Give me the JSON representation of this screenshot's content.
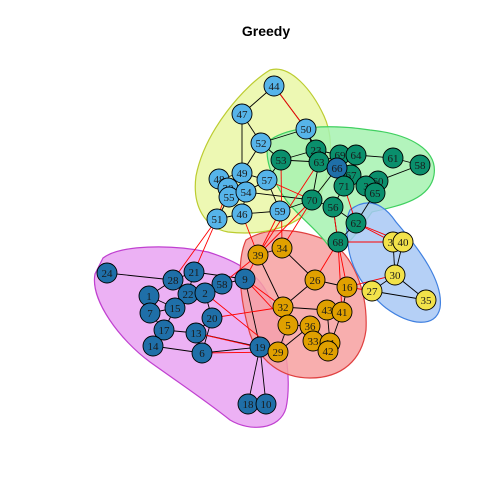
{
  "title": "Greedy",
  "colors": {
    "edge_within": "#000000",
    "edge_between": "#ff0000"
  },
  "communities": [
    {
      "name": "magenta",
      "fill": "#e9a3f2",
      "stroke": "#c040d0",
      "vertex_color": "#1f6fa8",
      "members": [
        24,
        28,
        21,
        9,
        58,
        1,
        22,
        2,
        7,
        15,
        20,
        17,
        14,
        13,
        6,
        19,
        18,
        10
      ]
    },
    {
      "name": "salmon",
      "fill": "#f7a0a0",
      "stroke": "#e04040",
      "vertex_color": "#e0a000",
      "members": [
        39,
        34,
        26,
        16,
        32,
        43,
        41,
        5,
        36,
        33,
        11,
        42,
        29
      ]
    },
    {
      "name": "yellow-green",
      "fill": "#eaf7a6",
      "stroke": "#bccc30",
      "vertex_color": "#56b4e9",
      "members": [
        44,
        47,
        50,
        52,
        49,
        57,
        48,
        38,
        55,
        54,
        51,
        46,
        59
      ]
    },
    {
      "name": "green",
      "fill": "#a6f2b0",
      "stroke": "#40d060",
      "vertex_color": "#0a8f6c",
      "members": [
        23,
        53,
        63,
        69,
        64,
        61,
        58,
        67,
        71,
        60,
        3,
        65,
        70,
        56,
        62,
        68
      ]
    },
    {
      "name": "blue",
      "fill": "#a8c8f4",
      "stroke": "#4080e0",
      "vertex_color": "#f2e24a",
      "members": [
        37,
        40,
        30,
        27,
        35
      ]
    }
  ],
  "vertices": [
    {
      "id": "44"
    },
    {
      "id": "47"
    },
    {
      "id": "50"
    },
    {
      "id": "52"
    },
    {
      "id": "23"
    },
    {
      "id": "53"
    },
    {
      "id": "63"
    },
    {
      "id": "69"
    },
    {
      "id": "64"
    },
    {
      "id": "61"
    },
    {
      "id": "58"
    },
    {
      "id": "49"
    },
    {
      "id": "57"
    },
    {
      "id": "67"
    },
    {
      "id": "66"
    },
    {
      "id": "71"
    },
    {
      "id": "60"
    },
    {
      "id": "3"
    },
    {
      "id": "65"
    },
    {
      "id": "48"
    },
    {
      "id": "38"
    },
    {
      "id": "55"
    },
    {
      "id": "54"
    },
    {
      "id": "70"
    },
    {
      "id": "56"
    },
    {
      "id": "51"
    },
    {
      "id": "46"
    },
    {
      "id": "59"
    },
    {
      "id": "62"
    },
    {
      "id": "68"
    },
    {
      "id": "37"
    },
    {
      "id": "40"
    },
    {
      "id": "39"
    },
    {
      "id": "34"
    },
    {
      "id": "24"
    },
    {
      "id": "28"
    },
    {
      "id": "21"
    },
    {
      "id": "9"
    },
    {
      "id": "58b",
      "label": "58"
    },
    {
      "id": "26"
    },
    {
      "id": "30"
    },
    {
      "id": "1"
    },
    {
      "id": "22"
    },
    {
      "id": "2"
    },
    {
      "id": "16"
    },
    {
      "id": "27"
    },
    {
      "id": "35"
    },
    {
      "id": "7"
    },
    {
      "id": "15"
    },
    {
      "id": "20"
    },
    {
      "id": "32"
    },
    {
      "id": "43"
    },
    {
      "id": "41"
    },
    {
      "id": "5"
    },
    {
      "id": "36"
    },
    {
      "id": "17"
    },
    {
      "id": "13"
    },
    {
      "id": "14"
    },
    {
      "id": "33"
    },
    {
      "id": "11"
    },
    {
      "id": "42"
    },
    {
      "id": "6"
    },
    {
      "id": "19"
    },
    {
      "id": "29"
    },
    {
      "id": "18"
    },
    {
      "id": "10"
    }
  ]
}
